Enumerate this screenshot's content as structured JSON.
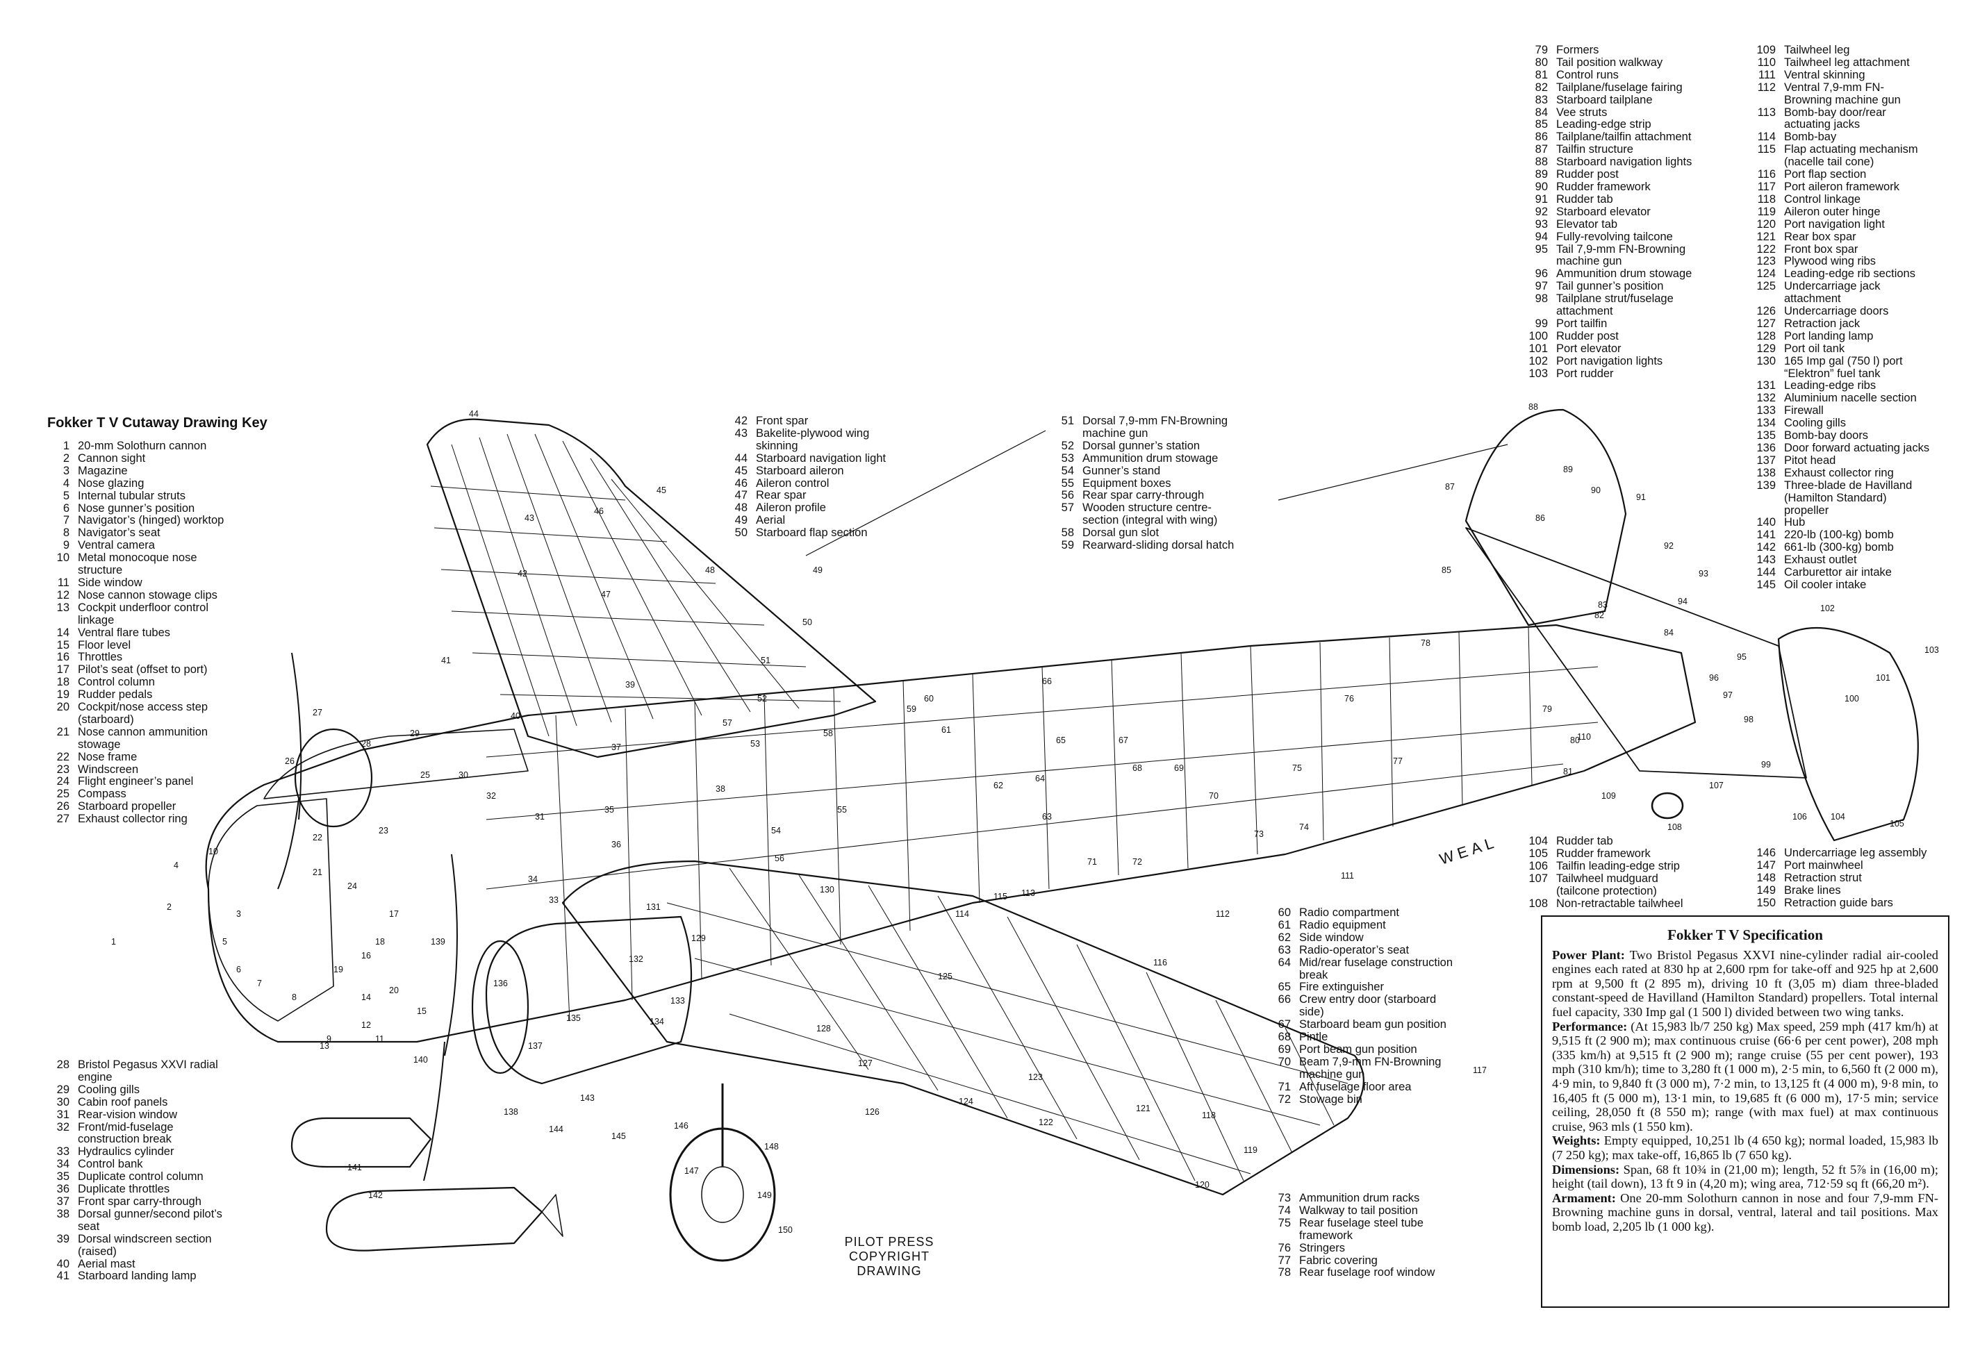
{
  "key_title": "Fokker T V Cutaway Drawing Key",
  "key_columns": [
    {
      "id": "c1",
      "items": [
        {
          "n": "1",
          "t": "20-mm Solothurn cannon"
        },
        {
          "n": "2",
          "t": "Cannon sight"
        },
        {
          "n": "3",
          "t": "Magazine"
        },
        {
          "n": "4",
          "t": "Nose glazing"
        },
        {
          "n": "5",
          "t": "Internal tubular struts"
        },
        {
          "n": "6",
          "t": "Nose gunner’s position"
        },
        {
          "n": "7",
          "t": "Navigator’s (hinged) worktop"
        },
        {
          "n": "8",
          "t": "Navigator’s seat"
        },
        {
          "n": "9",
          "t": "Ventral camera"
        },
        {
          "n": "10",
          "t": "Metal monocoque nose"
        },
        {
          "n": "",
          "t": "structure"
        },
        {
          "n": "11",
          "t": "Side window"
        },
        {
          "n": "12",
          "t": "Nose cannon stowage clips"
        },
        {
          "n": "13",
          "t": "Cockpit underfloor control"
        },
        {
          "n": "",
          "t": "linkage"
        },
        {
          "n": "14",
          "t": "Ventral flare tubes"
        },
        {
          "n": "15",
          "t": "Floor level"
        },
        {
          "n": "16",
          "t": "Throttles"
        },
        {
          "n": "17",
          "t": "Pilot’s seat (offset to port)"
        },
        {
          "n": "18",
          "t": "Control column"
        },
        {
          "n": "19",
          "t": "Rudder pedals"
        },
        {
          "n": "20",
          "t": "Cockpit/nose access step"
        },
        {
          "n": "",
          "t": "(starboard)"
        },
        {
          "n": "21",
          "t": "Nose cannon ammunition"
        },
        {
          "n": "",
          "t": "stowage"
        },
        {
          "n": "22",
          "t": "Nose frame"
        },
        {
          "n": "23",
          "t": "Windscreen"
        },
        {
          "n": "24",
          "t": "Flight engineer’s panel"
        },
        {
          "n": "25",
          "t": "Compass"
        },
        {
          "n": "26",
          "t": "Starboard propeller"
        },
        {
          "n": "27",
          "t": "Exhaust collector ring"
        }
      ]
    },
    {
      "id": "c2",
      "items": [
        {
          "n": "28",
          "t": "Bristol Pegasus XXVI radial"
        },
        {
          "n": "",
          "t": "engine"
        },
        {
          "n": "29",
          "t": "Cooling gills"
        },
        {
          "n": "30",
          "t": "Cabin roof panels"
        },
        {
          "n": "31",
          "t": "Rear-vision window"
        },
        {
          "n": "32",
          "t": "Front/mid-fuselage"
        },
        {
          "n": "",
          "t": "construction break"
        },
        {
          "n": "33",
          "t": "Hydraulics cylinder"
        },
        {
          "n": "34",
          "t": "Control bank"
        },
        {
          "n": "35",
          "t": "Duplicate control column"
        },
        {
          "n": "36",
          "t": "Duplicate throttles"
        },
        {
          "n": "37",
          "t": "Front spar carry-through"
        },
        {
          "n": "38",
          "t": "Dorsal gunner/second pilot’s"
        },
        {
          "n": "",
          "t": "seat"
        },
        {
          "n": "39",
          "t": "Dorsal windscreen section"
        },
        {
          "n": "",
          "t": "(raised)"
        },
        {
          "n": "40",
          "t": "Aerial mast"
        },
        {
          "n": "41",
          "t": "Starboard landing lamp"
        }
      ]
    },
    {
      "id": "c3",
      "items": [
        {
          "n": "42",
          "t": "Front spar"
        },
        {
          "n": "43",
          "t": "Bakelite-plywood wing"
        },
        {
          "n": "",
          "t": "skinning"
        },
        {
          "n": "44",
          "t": "Starboard navigation light"
        },
        {
          "n": "45",
          "t": "Starboard aileron"
        },
        {
          "n": "46",
          "t": "Aileron control"
        },
        {
          "n": "47",
          "t": "Rear spar"
        },
        {
          "n": "48",
          "t": "Aileron profile"
        },
        {
          "n": "49",
          "t": "Aerial"
        },
        {
          "n": "50",
          "t": "Starboard flap section"
        }
      ]
    },
    {
      "id": "c4",
      "items": [
        {
          "n": "51",
          "t": "Dorsal 7,9-mm FN-Browning"
        },
        {
          "n": "",
          "t": "machine gun"
        },
        {
          "n": "52",
          "t": "Dorsal gunner’s station"
        },
        {
          "n": "53",
          "t": "Ammunition drum stowage"
        },
        {
          "n": "54",
          "t": "Gunner’s stand"
        },
        {
          "n": "55",
          "t": "Equipment boxes"
        },
        {
          "n": "56",
          "t": "Rear spar carry-through"
        },
        {
          "n": "57",
          "t": "Wooden structure centre-"
        },
        {
          "n": "",
          "t": "section (integral with wing)"
        },
        {
          "n": "58",
          "t": "Dorsal gun slot"
        },
        {
          "n": "59",
          "t": "Rearward-sliding dorsal hatch"
        }
      ]
    },
    {
      "id": "c5",
      "items": [
        {
          "n": "60",
          "t": "Radio compartment"
        },
        {
          "n": "61",
          "t": "Radio equipment"
        },
        {
          "n": "62",
          "t": "Side window"
        },
        {
          "n": "63",
          "t": "Radio-operator’s seat"
        },
        {
          "n": "64",
          "t": "Mid/rear fuselage construction"
        },
        {
          "n": "",
          "t": "break"
        },
        {
          "n": "65",
          "t": "Fire extinguisher"
        },
        {
          "n": "66",
          "t": "Crew entry door (starboard"
        },
        {
          "n": "",
          "t": "side)"
        },
        {
          "n": "67",
          "t": "Starboard beam gun position"
        },
        {
          "n": "68",
          "t": "Pintle"
        },
        {
          "n": "69",
          "t": "Port beam gun position"
        },
        {
          "n": "70",
          "t": "Beam 7,9-mm FN-Browning"
        },
        {
          "n": "",
          "t": "machine gun"
        },
        {
          "n": "71",
          "t": "Aft fuselage floor area"
        },
        {
          "n": "72",
          "t": "Stowage bin"
        }
      ]
    },
    {
      "id": "c6",
      "items": [
        {
          "n": "73",
          "t": "Ammunition drum racks"
        },
        {
          "n": "74",
          "t": "Walkway to tail position"
        },
        {
          "n": "75",
          "t": "Rear fuselage steel tube"
        },
        {
          "n": "",
          "t": "framework"
        },
        {
          "n": "76",
          "t": "Stringers"
        },
        {
          "n": "77",
          "t": "Fabric covering"
        },
        {
          "n": "78",
          "t": "Rear fuselage roof window"
        }
      ]
    },
    {
      "id": "c7",
      "items": [
        {
          "n": "79",
          "t": "Formers"
        },
        {
          "n": "80",
          "t": "Tail position walkway"
        },
        {
          "n": "81",
          "t": "Control runs"
        },
        {
          "n": "82",
          "t": "Tailplane/fuselage fairing"
        },
        {
          "n": "83",
          "t": "Starboard tailplane"
        },
        {
          "n": "84",
          "t": "Vee struts"
        },
        {
          "n": "85",
          "t": "Leading-edge strip"
        },
        {
          "n": "86",
          "t": "Tailplane/tailfin attachment"
        },
        {
          "n": "87",
          "t": "Tailfin structure"
        },
        {
          "n": "88",
          "t": "Starboard navigation lights"
        },
        {
          "n": "89",
          "t": "Rudder post"
        },
        {
          "n": "90",
          "t": "Rudder framework"
        },
        {
          "n": "91",
          "t": "Rudder tab"
        },
        {
          "n": "92",
          "t": "Starboard elevator"
        },
        {
          "n": "93",
          "t": "Elevator tab"
        },
        {
          "n": "94",
          "t": "Fully-revolving tailcone"
        },
        {
          "n": "95",
          "t": "Tail 7,9-mm FN-Browning"
        },
        {
          "n": "",
          "t": "machine gun"
        },
        {
          "n": "96",
          "t": "Ammunition drum stowage"
        },
        {
          "n": "97",
          "t": "Tail gunner’s position"
        },
        {
          "n": "98",
          "t": "Tailplane strut/fuselage"
        },
        {
          "n": "",
          "t": "attachment"
        },
        {
          "n": "99",
          "t": "Port tailfin"
        },
        {
          "n": "100",
          "t": "Rudder post"
        },
        {
          "n": "101",
          "t": "Port elevator"
        },
        {
          "n": "102",
          "t": "Port navigation lights"
        },
        {
          "n": "103",
          "t": "Port rudder"
        }
      ]
    },
    {
      "id": "c8",
      "items": [
        {
          "n": "104",
          "t": "Rudder tab"
        },
        {
          "n": "105",
          "t": "Rudder framework"
        },
        {
          "n": "106",
          "t": "Tailfin leading-edge strip"
        },
        {
          "n": "107",
          "t": "Tailwheel mudguard"
        },
        {
          "n": "",
          "t": "(tailcone protection)"
        },
        {
          "n": "108",
          "t": "Non-retractable tailwheel"
        }
      ]
    },
    {
      "id": "c9",
      "items": [
        {
          "n": "109",
          "t": "Tailwheel leg"
        },
        {
          "n": "110",
          "t": "Tailwheel leg attachment"
        },
        {
          "n": "111",
          "t": "Ventral skinning"
        },
        {
          "n": "112",
          "t": "Ventral 7,9-mm FN-"
        },
        {
          "n": "",
          "t": "Browning machine gun"
        },
        {
          "n": "113",
          "t": "Bomb-bay door/rear"
        },
        {
          "n": "",
          "t": "actuating jacks"
        },
        {
          "n": "114",
          "t": "Bomb-bay"
        },
        {
          "n": "115",
          "t": "Flap actuating mechanism"
        },
        {
          "n": "",
          "t": "(nacelle tail cone)"
        },
        {
          "n": "116",
          "t": "Port flap section"
        },
        {
          "n": "117",
          "t": "Port aileron framework"
        },
        {
          "n": "118",
          "t": "Control linkage"
        },
        {
          "n": "119",
          "t": "Aileron outer hinge"
        },
        {
          "n": "120",
          "t": "Port navigation light"
        },
        {
          "n": "121",
          "t": "Rear box spar"
        },
        {
          "n": "122",
          "t": "Front box spar"
        },
        {
          "n": "123",
          "t": "Plywood wing ribs"
        },
        {
          "n": "124",
          "t": "Leading-edge rib sections"
        },
        {
          "n": "125",
          "t": "Undercarriage jack"
        },
        {
          "n": "",
          "t": "attachment"
        },
        {
          "n": "126",
          "t": "Undercarriage doors"
        },
        {
          "n": "127",
          "t": "Retraction jack"
        },
        {
          "n": "128",
          "t": "Port landing lamp"
        },
        {
          "n": "129",
          "t": "Port oil tank"
        },
        {
          "n": "130",
          "t": "165 Imp gal (750 l) port"
        },
        {
          "n": "",
          "t": "“Elektron” fuel tank"
        },
        {
          "n": "131",
          "t": "Leading-edge ribs"
        },
        {
          "n": "132",
          "t": "Aluminium nacelle section"
        },
        {
          "n": "133",
          "t": "Firewall"
        },
        {
          "n": "134",
          "t": "Cooling gills"
        },
        {
          "n": "135",
          "t": "Bomb-bay doors"
        },
        {
          "n": "136",
          "t": "Door forward actuating jacks"
        },
        {
          "n": "137",
          "t": "Pitot head"
        },
        {
          "n": "138",
          "t": "Exhaust collector ring"
        },
        {
          "n": "139",
          "t": "Three-blade de Havilland"
        },
        {
          "n": "",
          "t": "(Hamilton Standard)"
        },
        {
          "n": "",
          "t": "propeller"
        },
        {
          "n": "140",
          "t": "Hub"
        },
        {
          "n": "141",
          "t": "220-lb (100-kg) bomb"
        },
        {
          "n": "142",
          "t": "661-lb (300-kg) bomb"
        },
        {
          "n": "143",
          "t": "Exhaust outlet"
        },
        {
          "n": "144",
          "t": "Carburettor air intake"
        },
        {
          "n": "145",
          "t": "Oil cooler intake"
        }
      ]
    },
    {
      "id": "c10",
      "items": [
        {
          "n": "146",
          "t": "Undercarriage leg assembly"
        },
        {
          "n": "147",
          "t": "Port mainwheel"
        },
        {
          "n": "148",
          "t": "Retraction strut"
        },
        {
          "n": "149",
          "t": "Brake lines"
        },
        {
          "n": "150",
          "t": "Retraction guide bars"
        }
      ]
    }
  ],
  "spec": {
    "title": "Fokker T V Specification",
    "paragraphs": [
      {
        "label": "Power Plant:",
        "text": " Two Bristol Pegasus XXVI nine-cylinder radial air-cooled engines each rated at 830 hp at 2,600 rpm for take-off and 925 hp at 2,600 rpm at 9,500 ft (2 895 m), driving 10 ft (3,05 m) diam three-bladed constant-speed de Havilland (Hamilton Standard) propellers. Total internal fuel capacity, 330 Imp gal (1 500 l) divided between two wing tanks."
      },
      {
        "label": "Performance:",
        "text": " (At 15,983 lb/7 250 kg) Max speed, 259 mph (417 km/h) at 9,515 ft (2 900 m); max continuous cruise (66·6 per cent power), 208 mph (335 km/h) at 9,515 ft (2 900 m); range cruise (55 per cent power), 193 mph (310 km/h); time to 3,280 ft (1 000 m), 2·5 min, to 6,560 ft (2 000 m), 4·9 min, to 9,840 ft (3 000 m), 7·2 min, to 13,125 ft (4 000 m), 9·8 min, to 16,405 ft (5 000 m), 13·1 min, to 19,685 ft (6 000 m), 17·5 min; service ceiling, 28,050 ft (8 550 m); range (with max fuel) at max continuous cruise, 963 mls (1 550 km)."
      },
      {
        "label": "Weights:",
        "text": " Empty equipped, 10,251 lb (4 650 kg); normal loaded, 15,983 lb (7 250 kg); max take-off, 16,865 lb (7 650 kg)."
      },
      {
        "label": "Dimensions:",
        "text": " Span, 68 ft 10¾ in (21,00 m); length, 52 ft 5⅞ in (16,00 m); height (tail down), 13 ft 9 in (4,20 m); wing area, 712·59 sq ft (66,20 m²)."
      },
      {
        "label": "Armament:",
        "text": " One 20-mm Solothurn cannon in nose and four 7,9-mm FN-Browning machine guns in dorsal, ventral, lateral and tail positions. Max bomb load, 2,205 lb (1 000 kg)."
      }
    ]
  },
  "credit": [
    "PILOT PRESS",
    "COPYRIGHT",
    "DRAWING"
  ],
  "signature": "WEAL",
  "callouts": [
    "1",
    "2",
    "3",
    "4",
    "5",
    "6",
    "7",
    "8",
    "9",
    "10",
    "11",
    "12",
    "13",
    "14",
    "15",
    "16",
    "17",
    "18",
    "19",
    "20",
    "21",
    "22",
    "23",
    "24",
    "25",
    "26",
    "27",
    "28",
    "29",
    "30",
    "31",
    "32",
    "33",
    "34",
    "35",
    "36",
    "37",
    "38",
    "39",
    "40",
    "41",
    "42",
    "43",
    "44",
    "45",
    "46",
    "47",
    "48",
    "49",
    "50",
    "51",
    "52",
    "53",
    "54",
    "55",
    "56",
    "57",
    "58",
    "59",
    "60",
    "61",
    "62",
    "63",
    "64",
    "65",
    "66",
    "67",
    "68",
    "69",
    "70",
    "71",
    "72",
    "73",
    "74",
    "75",
    "76",
    "77",
    "78",
    "79",
    "80",
    "81",
    "82",
    "83",
    "84",
    "85",
    "86",
    "87",
    "88",
    "89",
    "90",
    "91",
    "92",
    "93",
    "94",
    "95",
    "96",
    "97",
    "98",
    "99",
    "100",
    "101",
    "102",
    "103",
    "104",
    "105",
    "106",
    "107",
    "108",
    "109",
    "110",
    "111",
    "112",
    "113",
    "114",
    "115",
    "116",
    "117",
    "118",
    "119",
    "120",
    "121",
    "122",
    "123",
    "124",
    "125",
    "126",
    "127",
    "128",
    "129",
    "130",
    "131",
    "132",
    "133",
    "134",
    "135",
    "136",
    "137",
    "138",
    "139",
    "140",
    "141",
    "142",
    "143",
    "144",
    "145",
    "146",
    "147",
    "148",
    "149",
    "150"
  ]
}
